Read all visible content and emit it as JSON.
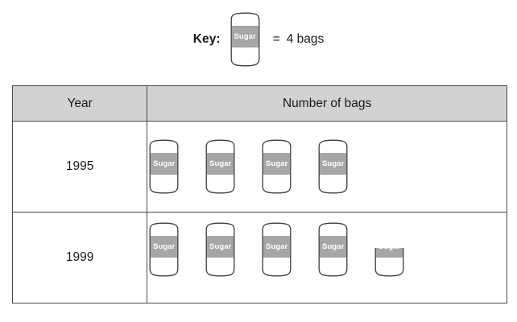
{
  "key": {
    "label": "Key:",
    "equals_sign": "=",
    "value_text": "4 bags",
    "symbol_text": "Sugar",
    "symbol_name": "sugar-bag-icon",
    "unit_value": 4
  },
  "table": {
    "headers": [
      "Year",
      "Number of bags"
    ],
    "rows": [
      {
        "year": "1995",
        "full_symbols": 4,
        "partial_symbols": 0
      },
      {
        "year": "1999",
        "full_symbols": 4,
        "partial_symbols": 1
      }
    ]
  },
  "colors": {
    "header_background": "#d2d2d2",
    "border": "#4a4a4a",
    "bag_label_fill": "#a6a6a6",
    "bag_label_text": "#ffffff",
    "bag_outline": "#3c3c3c",
    "text": "#1a1a1a",
    "page_background": "#ffffff"
  },
  "chart_data": {
    "type": "bar",
    "title": "",
    "subtitle": "",
    "xlabel": "Number of bags",
    "ylabel": "Year",
    "categories": [
      "1995",
      "1999"
    ],
    "values": [
      16,
      18
    ],
    "symbol_counts": [
      4,
      4.5
    ],
    "unit_per_symbol": 4,
    "symbol_label": "Sugar",
    "legend": "Key: 1 sugar bag symbol = 4 bags",
    "legend_position": "top-center",
    "grid": false,
    "notes": "Pictograph: each full bag symbol represents 4 bags. 1995 shows 4 full symbols (16 bags); 1999 shows 4 full symbols plus 1 half symbol (18 bags)."
  }
}
